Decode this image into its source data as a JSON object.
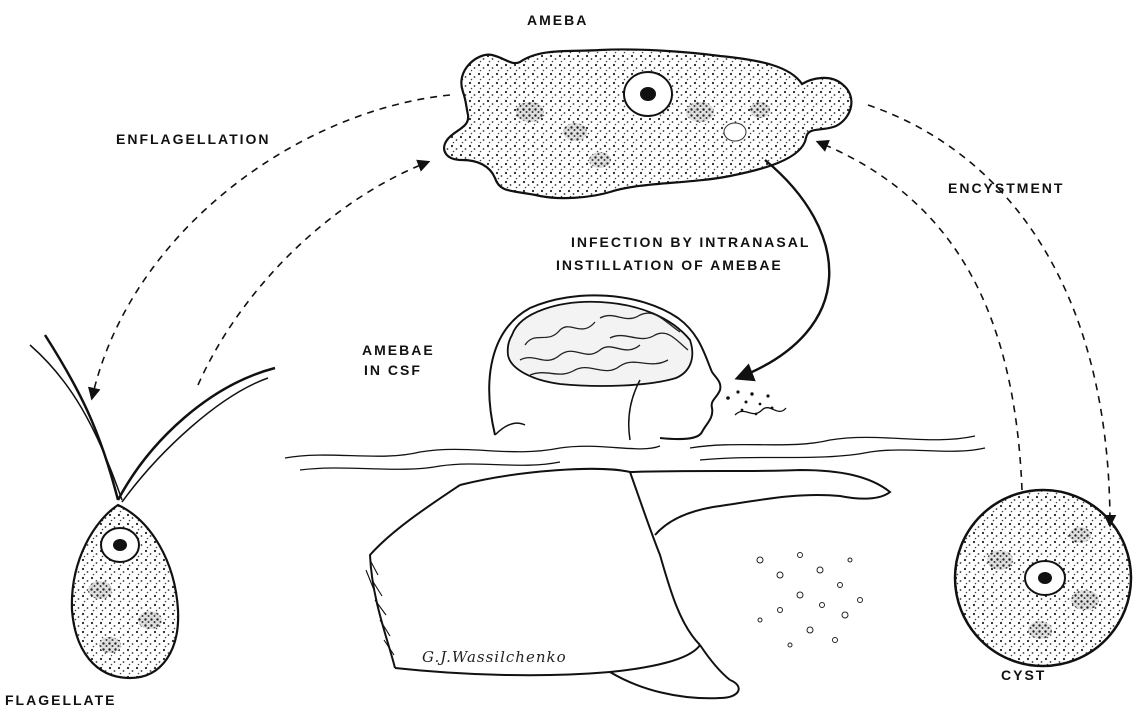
{
  "labels": {
    "ameba": "AMEBA",
    "enflagellation": "ENFLAGELLATION",
    "encystment": "ENCYSTMENT",
    "infection_line1": "INFECTION BY INTRANASAL",
    "infection_line2": "INSTILLATION OF AMEBAE",
    "amebae_csf_line1": "AMEBAE",
    "amebae_csf_line2": "IN CSF",
    "flagellate": "FLAGELLATE",
    "cyst": "CYST"
  },
  "signature": "G.J.Wassilchenko",
  "colors": {
    "ink": "#111111",
    "background": "#ffffff"
  }
}
